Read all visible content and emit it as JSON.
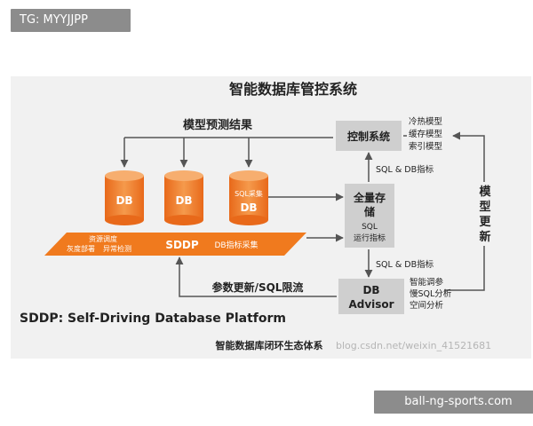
{
  "watermark_top": "TG: MYYJJPP",
  "watermark_bottom": "ball-ng-sports.com",
  "diagram": {
    "title": "智能数据库管控系统",
    "model_result_label": "模型预测结果",
    "control_system": "控制系统",
    "models": [
      "冷热模型",
      "缓存模型",
      "索引模型"
    ],
    "sql_db_metrics_1": "SQL & DB指标",
    "sql_db_metrics_2": "SQL & DB指标",
    "storage_line1": "全量存",
    "storage_line2": "储",
    "storage_sub1": "SQL",
    "storage_sub2": "运行指标",
    "model_update": [
      "模",
      "型",
      "更",
      "新"
    ],
    "db_label": "DB",
    "sql_collect": "SQL采集",
    "resource_schedule": "资源调度",
    "gray_deploy": "灰度部署",
    "anomaly_detect": "异常检测",
    "sddp": "SDDP",
    "db_metric_collect": "DB指标采集",
    "param_update": "参数更新/SQL限流",
    "db_advisor_line1": "DB",
    "db_advisor_line2": "Advisor",
    "advisor_features": [
      "智能调参",
      "慢SQL分析",
      "空间分析"
    ],
    "sddp_full": "SDDP: Self-Driving Database Platform",
    "caption": "智能数据库闭环生态体系",
    "url_watermark": "blog.csdn.net/weixin_41521681"
  },
  "colors": {
    "orange": "#f07a1e",
    "orange_light": "#f39a4e",
    "box_gray": "#cfcfcf",
    "line": "#555555"
  }
}
